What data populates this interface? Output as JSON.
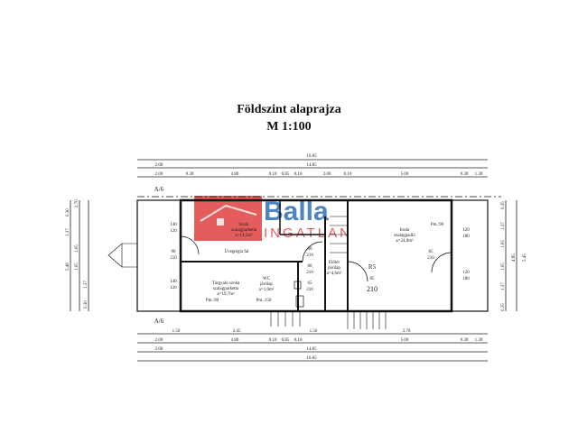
{
  "title": "Földszint alaprajza",
  "scale": "M 1:100",
  "watermark": {
    "brand": "Balla",
    "sub": "INGATLAN"
  },
  "dims_top": {
    "overall": "16.85",
    "inner": "14.85",
    "left": "2.00",
    "row3": [
      "2.00",
      "0.30",
      "4.80",
      "0.10",
      "0.85",
      "0.10",
      "2.00",
      "0.10",
      "5.00",
      "0.30",
      "1.30"
    ]
  },
  "dims_bottom": {
    "row1": [
      "1.50",
      "2.45",
      "1.56",
      "2.70"
    ],
    "row2": [
      "2.00",
      "4.80",
      "0.10",
      "0.85",
      "0.10",
      "5.00",
      "0.30",
      "1.30"
    ],
    "row3": [
      "2.00",
      "14.85"
    ],
    "overall": "16.85"
  },
  "dims_left": [
    "0.30",
    "1.37",
    "1.05",
    "1.05",
    "1.37",
    "0.30",
    "5.48",
    "2.70"
  ],
  "dims_right": [
    "0.35",
    "1.37",
    "1.05",
    "1.05",
    "1.37",
    "0.35",
    "4.85",
    "5.45"
  ],
  "axis_labels": [
    "A/6",
    "A/6"
  ],
  "rooms": {
    "iroda1": {
      "name": "Iroda",
      "floor": "szalagparketta",
      "area": "a=14,5m²"
    },
    "targyalo": {
      "name": "Tárgyaló szoba",
      "floor": "szalagparketta",
      "area": "a=19,7m²"
    },
    "wc": {
      "name": "WC",
      "floor": "járólap",
      "area": "a=1,0m²"
    },
    "eloter": {
      "name": "Előtér",
      "floor": "járólap",
      "area": "a=4,6m²"
    },
    "iroda2": {
      "name": "Iroda",
      "floor": "szalagpadló",
      "area": "a=24,0m²"
    }
  },
  "annotations": {
    "uveg": "Üvegtégla fal",
    "par1": "Pm.:90",
    "par2": "Pm.:150",
    "par3": "Pm.:90"
  },
  "openings": {
    "w1": [
      "140",
      "120"
    ],
    "d1": [
      "90",
      "210"
    ],
    "w2": [
      "140",
      "120"
    ],
    "d2": [
      "80",
      "210"
    ],
    "d3": [
      "80",
      "210"
    ],
    "d4": [
      "65",
      "210"
    ],
    "d5": [
      "85",
      "210"
    ],
    "d6": [
      "85",
      "210"
    ],
    "w3": [
      "120",
      "180"
    ],
    "w4": [
      "120",
      "180"
    ]
  },
  "stairs_label": "R5"
}
